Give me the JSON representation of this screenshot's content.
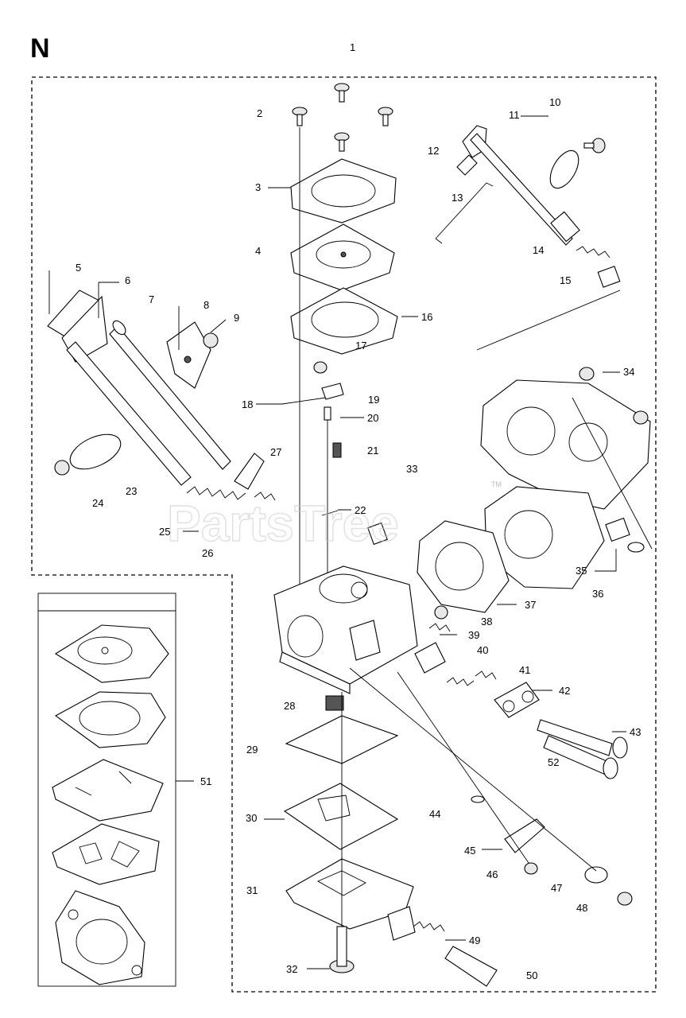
{
  "section_letter": "N",
  "watermark": "PartsTree",
  "watermark_tm": "TM",
  "callouts": [
    {
      "id": "c1",
      "text": "1"
    },
    {
      "id": "c2",
      "text": "2"
    },
    {
      "id": "c3",
      "text": "3"
    },
    {
      "id": "c4",
      "text": "4"
    },
    {
      "id": "c5",
      "text": "5"
    },
    {
      "id": "c6",
      "text": "6"
    },
    {
      "id": "c7",
      "text": "7"
    },
    {
      "id": "c8",
      "text": "8"
    },
    {
      "id": "c9",
      "text": "9"
    },
    {
      "id": "c10",
      "text": "10"
    },
    {
      "id": "c11",
      "text": "11"
    },
    {
      "id": "c12",
      "text": "12"
    },
    {
      "id": "c13",
      "text": "13"
    },
    {
      "id": "c14",
      "text": "14"
    },
    {
      "id": "c15",
      "text": "15"
    },
    {
      "id": "c16",
      "text": "16"
    },
    {
      "id": "c17",
      "text": "17"
    },
    {
      "id": "c18",
      "text": "18"
    },
    {
      "id": "c19",
      "text": "19"
    },
    {
      "id": "c20",
      "text": "20"
    },
    {
      "id": "c21",
      "text": "21"
    },
    {
      "id": "c22",
      "text": "22"
    },
    {
      "id": "c23",
      "text": "23"
    },
    {
      "id": "c24",
      "text": "24"
    },
    {
      "id": "c25",
      "text": "25"
    },
    {
      "id": "c26",
      "text": "26"
    },
    {
      "id": "c27",
      "text": "27"
    },
    {
      "id": "c28",
      "text": "28"
    },
    {
      "id": "c29",
      "text": "29"
    },
    {
      "id": "c30",
      "text": "30"
    },
    {
      "id": "c31",
      "text": "31"
    },
    {
      "id": "c32",
      "text": "32"
    },
    {
      "id": "c33",
      "text": "33"
    },
    {
      "id": "c34",
      "text": "34"
    },
    {
      "id": "c35",
      "text": "35"
    },
    {
      "id": "c36",
      "text": "36"
    },
    {
      "id": "c37",
      "text": "37"
    },
    {
      "id": "c38",
      "text": "38"
    },
    {
      "id": "c39",
      "text": "39"
    },
    {
      "id": "c40",
      "text": "40"
    },
    {
      "id": "c41",
      "text": "41"
    },
    {
      "id": "c42",
      "text": "42"
    },
    {
      "id": "c43",
      "text": "43"
    },
    {
      "id": "c44",
      "text": "44"
    },
    {
      "id": "c45",
      "text": "45"
    },
    {
      "id": "c46",
      "text": "46"
    },
    {
      "id": "c47",
      "text": "47"
    },
    {
      "id": "c48",
      "text": "48"
    },
    {
      "id": "c49",
      "text": "49"
    },
    {
      "id": "c50",
      "text": "50"
    },
    {
      "id": "c51",
      "text": "51"
    },
    {
      "id": "c52",
      "text": "52"
    }
  ]
}
